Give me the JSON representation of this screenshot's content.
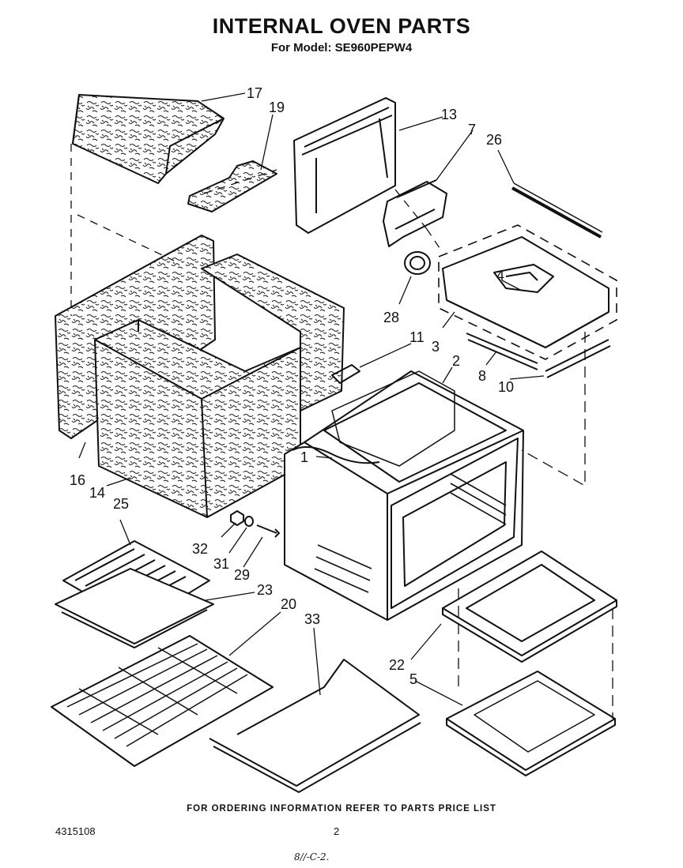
{
  "header": {
    "title": "INTERNAL OVEN PARTS",
    "subtitle": "For Model: SE960PEPW4"
  },
  "callouts": [
    "17",
    "19",
    "13",
    "7",
    "26",
    "4",
    "28",
    "3",
    "11",
    "2",
    "8",
    "10",
    "1",
    "16",
    "14",
    "25",
    "32",
    "31",
    "29",
    "23",
    "20",
    "33",
    "22",
    "5"
  ],
  "footer": {
    "note": "FOR ORDERING INFORMATION REFER TO PARTS PRICE LIST",
    "doc_number": "4315108",
    "page_number": "2",
    "handwritten": "8//-C-2."
  }
}
